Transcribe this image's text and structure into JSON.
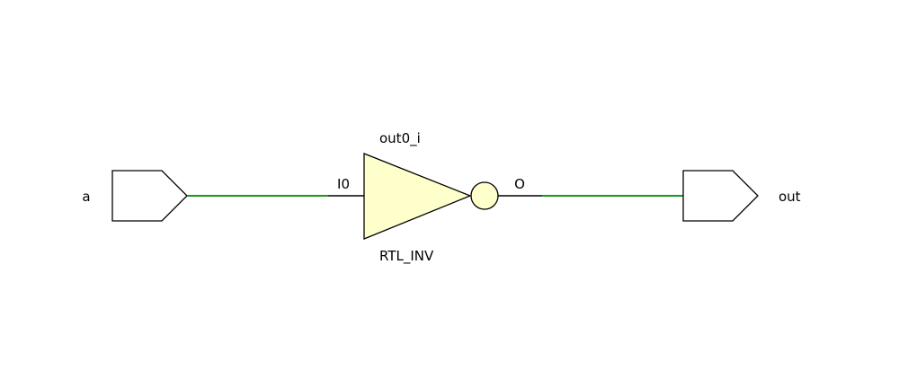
{
  "schematic": {
    "input_port": {
      "label": "a"
    },
    "output_port": {
      "label": "out"
    },
    "cell": {
      "instance_name": "out0_i",
      "type_name": "RTL_INV",
      "input_pin": "I0",
      "output_pin": "O"
    },
    "colors": {
      "net": "#1a9a1a",
      "pin_stub": "#000000",
      "cell_fill": "#ffffcc",
      "port_fill": "#ffffff",
      "outline": "#000000"
    }
  }
}
